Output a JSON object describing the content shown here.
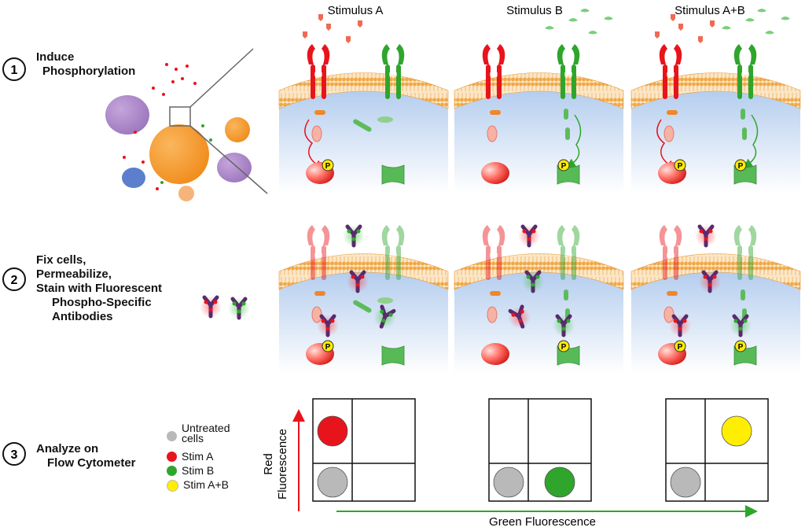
{
  "stimuli": [
    "Stimulus A",
    "Stimulus B",
    "Stimulus A+B"
  ],
  "steps": [
    {
      "number": "1",
      "lines": [
        "Induce",
        "Phosphorylation"
      ]
    },
    {
      "number": "2",
      "lines": [
        "Fix cells,",
        "Permeabilize,",
        "Stain with Fluorescent",
        "Phospho-Specific",
        "Antibodies"
      ]
    },
    {
      "number": "3",
      "lines": [
        "Analyze on",
        "Flow Cytometer"
      ]
    }
  ],
  "legend": [
    {
      "lines": [
        "Untreated",
        "cells"
      ],
      "color": "#b9b9b9"
    },
    {
      "lines": [
        "Stim A"
      ],
      "color": "#e8141b"
    },
    {
      "lines": [
        "Stim B"
      ],
      "color": "#2fa52c"
    },
    {
      "lines": [
        "Stim A+B"
      ],
      "color": "#ffee00"
    }
  ],
  "phospho_label": "P",
  "axes": {
    "y_label_line1": "Red",
    "y_label_line2": "Fluorescence",
    "x_label": "Green Fluorescence"
  },
  "colors": {
    "red": "#e8141b",
    "green": "#2fa52c",
    "yellow": "#ffee00",
    "gray": "#b9b9b9",
    "membrane": "#f0a846",
    "cytoplasm": "#c6d9f1",
    "antibody": "#5a2a6e",
    "orange_cell": "#f39025",
    "purple_cell": "#a47cc4"
  }
}
